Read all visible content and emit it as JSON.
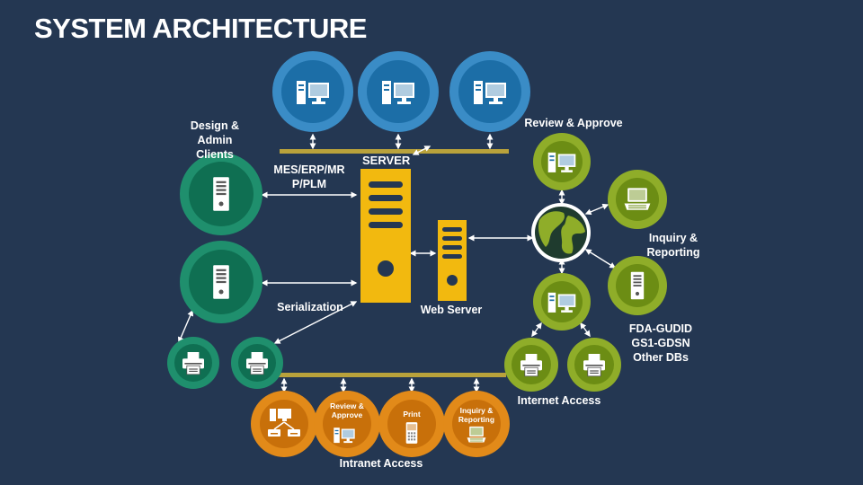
{
  "title": "SYSTEM ARCHITECTURE",
  "labels": {
    "design_admin": "Design & Admin\nClients",
    "mes": "MES/ERP/MR\nP/PLM",
    "server": "SERVER",
    "serialization": "Serialization",
    "web_server": "Web Server",
    "review_approve": "Review & Approve",
    "inquiry_reporting": "Inquiry &\nReporting",
    "other_dbs": "FDA-GUDID\nGS1-GDSN\nOther DBs",
    "internet_access": "Internet Access",
    "intranet_access": "Intranet Access"
  },
  "intranet_nodes": {
    "review_approve": "Review &\nApprove",
    "print": "Print",
    "inquiry_reporting": "Inquiry &\nReporting"
  },
  "colors": {
    "background": "#243752",
    "blue_outer": "#3a8cc6",
    "blue_inner": "#1c6ea7",
    "teal_outer": "#1f8f6d",
    "teal_inner": "#0f6f52",
    "green_outer": "#8fad29",
    "green_inner": "#6c8d14",
    "orange_outer": "#e28a19",
    "orange_inner": "#c8700a",
    "server": "#f2b90f",
    "bus": "#b9a23b"
  },
  "icons": [
    "desktop-icon",
    "tower-icon",
    "printer-icon",
    "laptop-icon",
    "globe-icon",
    "phone-icon",
    "network-icon"
  ]
}
